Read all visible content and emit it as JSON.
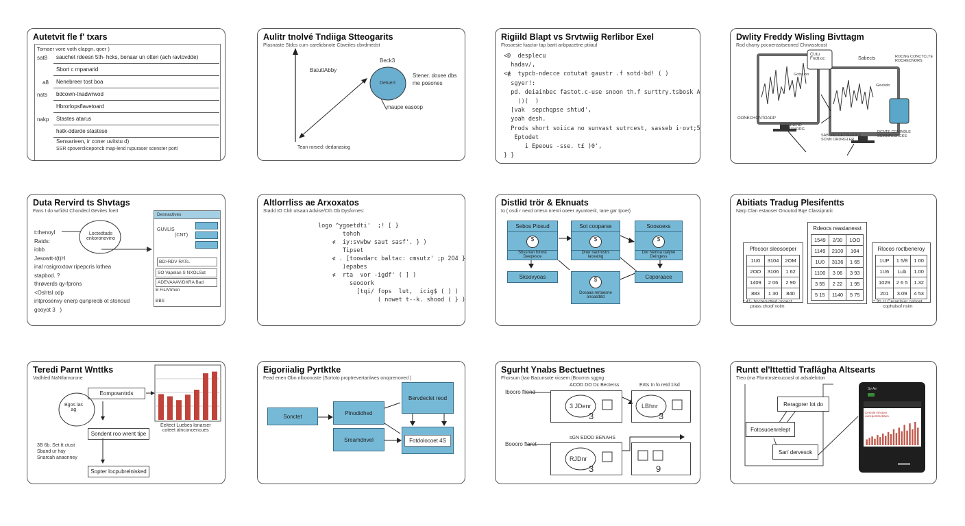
{
  "cards": [
    {
      "title": "Autetvit fle f' txars",
      "subtitle": "",
      "rows": [
        {
          "label": "",
          "text": "Tomaer vore voth clapgn, qoer )"
        },
        {
          "label": "sat8",
          "text": "sauchet rdeesn 5th- hcks, benaar un olten (ach ravtovdde)"
        },
        {
          "label": "",
          "text": "Sbort c rnpanarid"
        },
        {
          "label": "a8",
          "text": "Nenebreer tost boa"
        },
        {
          "label": "nats",
          "text": "bdcown-tnadwrwod"
        },
        {
          "label": "",
          "text": "Hbrorlopsflavetoard"
        },
        {
          "label": "nakp",
          "text": "Stastes atarus"
        },
        {
          "label": "",
          "text": "hatk-ddarde stastese"
        },
        {
          "label": "",
          "text": "Sensarieen, ir coner uvitstu d)"
        },
        {
          "label": "",
          "text": "SSR cpovercliceponcb map-lend rupuraser scenster porti"
        }
      ]
    },
    {
      "title": "Aulitr tnolvé Tndiiga Stteogarits",
      "subtitle": "Plasnaste Stdcs curn carelidsnote Cbveites cbvdmedst",
      "labels": [
        "BatuttAbby",
        "Beck3",
        "Detuert",
        "Stener. doxee dbs",
        "me posones",
        "maupe easoop",
        "Tean rorsed: dedanasiog"
      ]
    },
    {
      "title": "Rigiild Blapt vs Srvtwiig Rerlibor Exel",
      "subtitle": "Ftosoesie fuactor tap bartt anbpacetne ptiiaul",
      "lines": [
        "<Ð  desplecu",
        "  hadav/,",
        "<≹  typcb-ndecce cotutat gaustr .f sotd·bd! ( )",
        "  sgyer!:",
        "  pd. deiainbec fastot.c-use snoon th.f surttry.tsbosk A1",
        "    ⟩⟩(  )",
        "  [vak  sepchqpse sht∪d',",
        "  yoah desh.",
        "  Prods short soiica no sunvast sutrcest, sasseb i·ovt;501 ptoed",
        "   Eptodet",
        "      i Epeous -sse. t£ )0',",
        "} }"
      ]
    },
    {
      "title": "Dwlity Freddy Wisling Bivttagm",
      "subtitle": "Rod charry pocoensstseoned Chnwsstcost",
      "labels": [
        "Cl.ttu\nFnctt.oc",
        "Sabects",
        "ROCNG CONCTCLTE\nROCHECNORS",
        "Gotstuoo",
        "Gevtsdo",
        "OONECHONTOADP",
        "COCNNEND\nSCHNHNORG",
        "SABCOC CETDLEOCK\nSCNN ORDRGLER",
        "DCNTE CONINDLE\nSCWNFECRCKS"
      ]
    },
    {
      "title": "Duta Rervird ts Shvtags",
      "subtitle": "Fans I do wrfidst Chondecl Gevites foert",
      "left": [
        "t:thenoyl",
        "Ratds:",
        "iobb",
        "Jesowtt-t(t)H",
        "inal rosigroxtow ripepcris lothea",
        "stapbod. ?",
        "thrøverds qy-fprons",
        "<Oshtsl odp",
        "intprosenvy enerp qunpreob ot stonoud",
        "gooyot 3   )"
      ],
      "circle": "Loctedtads\nenkoronovino",
      "panel": {
        "header": "Desnactives",
        "l1": "GUVLIS",
        "l2": "(CNT)",
        "items": [
          "BD>RDV RATs.",
          "SO Vapelan S NXOLSat",
          "ADEVAAAV/DXRA Bad",
          "B FiLiVImon",
          "BBS"
        ]
      }
    },
    {
      "title": "Altlorrliss ae Arxoxatos",
      "subtitle": "Stadd IO Cldr utsaan Advise/Cth Ob Dysfornes:",
      "lines": [
        "logo ^ygoetdti'  ;! [ }",
        "       tohoh",
        "    ≮  iy:svwbw saut sasf'. } )",
        "       Tipset",
        "    ≮ . [toowdarc baltac: cmsutz' ;p 2O4 } )",
        "       )epabes",
        "    ≮  rta  vor -igdf' ( ] )",
        "         seooork",
        "           [tqi/ fops  lut,  icig$ ( ) )",
        "                 ( nowet t--k. shood ( } )"
      ]
    },
    {
      "title": "Distlid trör & Eknuats",
      "subtitle": "Io ( osdi r nexd ortesn nrenti ooeer ayuntoerit, tane gar tpoet)",
      "boxes": [
        "Sebos Piosud",
        "Sot cooparse",
        "Soosoexs",
        "Sbssrran forwst\nDeepesce",
        "Dner nactntstrs\nlaceatng",
        "Dor Nertoa oalyne\nDeingess",
        "Sksovyoas",
        "Dosaaa rertaesne\nonoastbtd",
        "Coporaace"
      ]
    },
    {
      "title": "Abitiats Tradug Plesifentts",
      "subtitle": "Narp Clan estaoser Onoutod Bqe Classipratic",
      "tables": [
        {
          "header": "Pfecoor sleosoeper",
          "rows": [
            [
              "1U0",
              "3104",
              "2OM"
            ],
            [
              "2OO",
              "3106",
              "1 62"
            ],
            [
              "1409",
              "2 06",
              "2 90"
            ],
            [
              "883",
              "1 30",
              "840"
            ]
          ]
        },
        {
          "header": "Rdeocs reastanesst",
          "rows": [
            [
              "1549",
              "2/30",
              "1OO"
            ],
            [
              "1149",
              "2100",
              "104"
            ],
            [
              "1U0",
              "3136",
              "1 65"
            ],
            [
              "1100",
              "3 06",
              "3 93"
            ],
            [
              "3 55",
              "2 22",
              "1 95"
            ],
            [
              "5 15",
              "1140",
              "5 75"
            ]
          ]
        },
        {
          "header": "Rlocos roctbeneroy",
          "rows": [
            [
              "1UP",
              "1 5/8",
              "1 00"
            ],
            [
              "1U6",
              "Lub",
              "1.00"
            ],
            [
              "1029",
              "2 6 5",
              "1.32"
            ],
            [
              "201",
              "3.09",
              "4 53"
            ]
          ]
        }
      ],
      "notes": [
        "* 41- hncterurtted onoect\nprass choof noim",
        "* 3b +I Ceranlsior oshoet\ncophulsof nsim"
      ]
    },
    {
      "title": "Teredi Parnt Wnttks",
      "subtitle": "Vadhled NaNtlarnorone",
      "labels": [
        "Eompowntrds",
        "Bgos las\nag",
        "Sondent roo wrent tipe",
        "3B 6b. Set tt ctust\nSband ur hay\nSnarcah anaonney",
        "Sopter locpubrelnisked",
        "Eeltect Luebes lonarser\ncoteet alnconcencues"
      ],
      "chart_data": {
        "type": "bar",
        "values": [
          47,
          43,
          36,
          46,
          55,
          85,
          88
        ]
      }
    },
    {
      "title": "Eigoriialig Pyrtktke",
      "subtitle": "Fead enen Obn nlboonoste (Sortoto proptrevertanlwes onoprenoved )",
      "boxes": [
        "Sonctet",
        "Pinodidhed",
        "Bervdeclet reod",
        "Sreamdnvel",
        "Fotdolocoet 4S"
      ]
    },
    {
      "title": "Sgurht Ynabs Bectuetnes",
      "subtitle": "Fhorsum (tao Bacunsote vicsem (Bourros sggng",
      "labels": [
        "Ibooro fliend",
        "Boooro flaret",
        "ACOD DO Dc Becterss",
        "Ertts tn fo retd  1lsd",
        "sGN EDOD BENAHS"
      ],
      "rings": [
        "3 JDenr",
        "LBhnr",
        "RJDnr"
      ],
      "digits": [
        "3",
        "3",
        "3",
        "9"
      ]
    },
    {
      "title": "Runtt el'Ittettid Traflágha Altsearts",
      "subtitle": "Tteo (ma Flomtnstexucoosl ot adsaleloton",
      "boxes": [
        "Reragprer lot do",
        "Fotosuoenrelept",
        "Sar/ dervesok"
      ],
      "phone": {
        "header": "Sv Ae",
        "label": "Cesntie inhstonr\nouncpemtnettaen"
      },
      "chart_data": {
        "type": "bar",
        "values": [
          20,
          25,
          30,
          22,
          35,
          28,
          40,
          32,
          45,
          38,
          55,
          42,
          60,
          48,
          70,
          50,
          75,
          55,
          80,
          60
        ]
      }
    }
  ],
  "colors": {
    "blue": "#76b9d6",
    "red": "#c0433b",
    "border": "#555555"
  }
}
